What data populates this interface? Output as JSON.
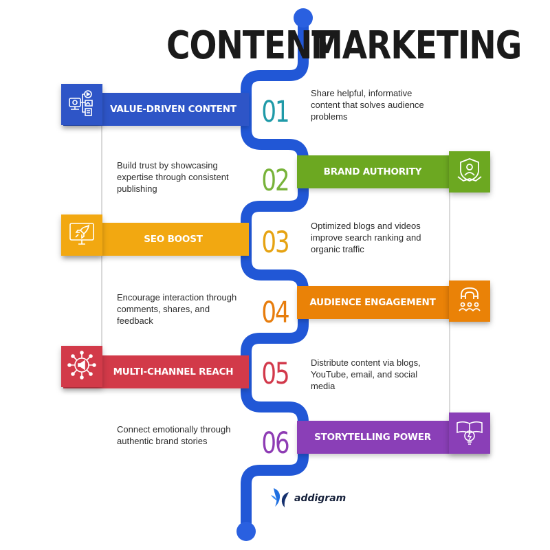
{
  "title": {
    "left": "CONTENT",
    "right": "MARKETING"
  },
  "items": [
    {
      "number": "01",
      "label": "VALUE-DRIVEN CONTENT",
      "description": "Share helpful, informative content that solves audience problems",
      "color": "#2e55c7",
      "number_color": "#1f9aa8",
      "icon": "video-content-icon",
      "side": "left"
    },
    {
      "number": "02",
      "label": "BRAND AUTHORITY",
      "description": "Build trust by showcasing expertise through consistent publishing",
      "color": "#6ca821",
      "number_color": "#78b33a",
      "icon": "badge-shield-icon",
      "side": "right"
    },
    {
      "number": "03",
      "label": "SEO BOOST",
      "description": "Optimized blogs and videos improve search ranking and organic traffic",
      "color": "#f2a811",
      "number_color": "#e6a312",
      "icon": "rocket-screen-icon",
      "side": "left"
    },
    {
      "number": "04",
      "label": "AUDIENCE ENGAGEMENT",
      "description": "Encourage interaction through comments, shares, and feedback",
      "color": "#ea8207",
      "number_color": "#e77d0d",
      "icon": "audience-magnet-icon",
      "side": "right"
    },
    {
      "number": "05",
      "label": "MULTI-CHANNEL REACH",
      "description": "Distribute content via blogs, YouTube, email, and social media",
      "color": "#d23a49",
      "number_color": "#d2394b",
      "icon": "megaphone-network-icon",
      "side": "left"
    },
    {
      "number": "06",
      "label": "STORYTELLING POWER",
      "description": "Connect emotionally through authentic brand stories",
      "color": "#8a3fb7",
      "number_color": "#8e3cb4",
      "icon": "book-bulb-icon",
      "side": "right"
    }
  ],
  "path_color": "#2157d6",
  "logo": {
    "text": "addigram"
  }
}
